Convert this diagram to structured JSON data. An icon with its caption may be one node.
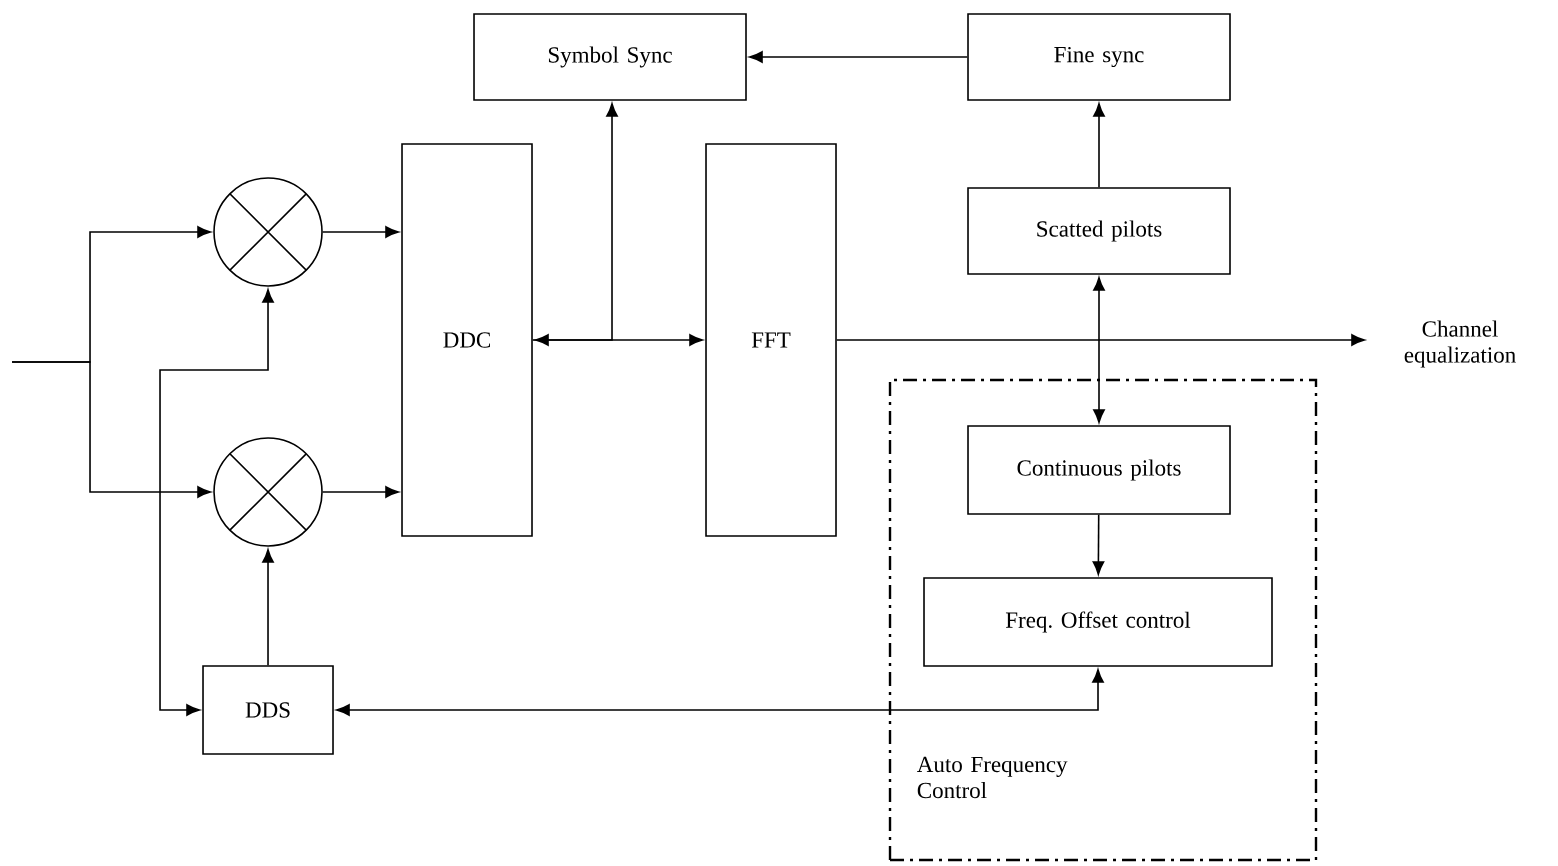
{
  "diagram": {
    "nodes": [
      {
        "text": [
          "Symbol Sync"
        ]
      },
      {
        "text": [
          "Fine sync"
        ]
      },
      {
        "text": [
          "DDC"
        ]
      },
      {
        "text": [
          "FFT"
        ]
      },
      {
        "text": [
          "Scatted pilots"
        ]
      },
      {
        "text": [
          "Channel equalization"
        ]
      },
      {
        "text": [
          "Auto Frequency Control"
        ]
      },
      {
        "text": [
          "Continuous pilots"
        ],
        "in": 6
      },
      {
        "text": [
          "Freq. Offset control"
        ],
        "in": 6
      },
      {
        "text": [],
        "shape": "circle"
      },
      {
        "text": [],
        "shape": "circle"
      },
      {
        "text": [
          "DDS"
        ]
      }
    ],
    "edges": [
      {
        "from": null,
        "to": 9,
        "arrow": "to"
      },
      {
        "from": null,
        "to": 10,
        "arrow": "to"
      },
      {
        "from": 11,
        "to": 9,
        "arrow": "both"
      },
      {
        "from": 11,
        "to": 10,
        "arrow": "to"
      },
      {
        "from": 9,
        "to": 2,
        "arrow": "to"
      },
      {
        "from": 10,
        "to": 2,
        "arrow": "to"
      },
      {
        "from": 2,
        "to": 3,
        "arrow": "both"
      },
      {
        "from": 2,
        "to": 0,
        "arrow": "to"
      },
      {
        "from": 1,
        "to": 0,
        "arrow": "to"
      },
      {
        "from": 4,
        "to": 1,
        "arrow": "to"
      },
      {
        "from": 3,
        "to": 5,
        "arrow": "to"
      },
      {
        "from": 4,
        "to": 7,
        "arrow": "both"
      },
      {
        "from": 7,
        "to": 8,
        "arrow": "to"
      },
      {
        "from": 8,
        "to": 11,
        "arrow": "both"
      }
    ]
  }
}
